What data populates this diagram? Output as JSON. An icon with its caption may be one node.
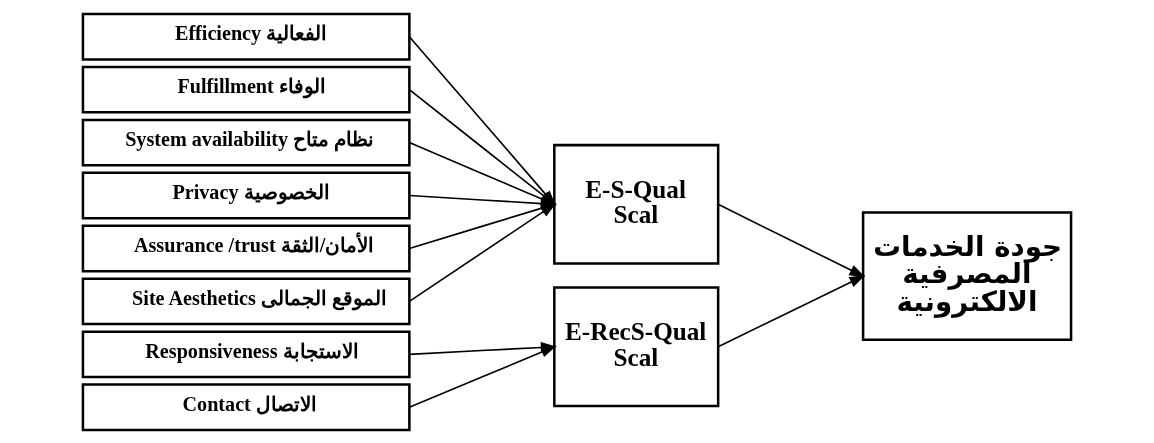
{
  "diagram": {
    "nodes": [
      {
        "text": [
          "Efficiency الفعالية"
        ]
      },
      {
        "text": [
          "Fulfillment الوفاء"
        ]
      },
      {
        "text": [
          "System availability نظام متاح"
        ]
      },
      {
        "text": [
          "Privacy الخصوصية"
        ]
      },
      {
        "text": [
          "Assurance /trust الأمان/الثقة"
        ]
      },
      {
        "text": [
          "Site Aesthetics الموقع الجمالى"
        ]
      },
      {
        "text": [
          "Responsiveness الاستجابة"
        ]
      },
      {
        "text": [
          "Contact الاتصال"
        ]
      },
      {
        "text": [
          "E-S-Qual Scal"
        ]
      },
      {
        "text": [
          "E-RecS-Qual Scal"
        ]
      },
      {
        "text": [
          "جودة الخدمات المصرفية الالكترونية"
        ]
      }
    ],
    "edges": [
      {
        "from": 0,
        "to": 8,
        "arrow": "to"
      },
      {
        "from": 1,
        "to": 8,
        "arrow": "to"
      },
      {
        "from": 2,
        "to": 8,
        "arrow": "to"
      },
      {
        "from": 3,
        "to": 8,
        "arrow": "to"
      },
      {
        "from": 4,
        "to": 8,
        "arrow": "to"
      },
      {
        "from": 5,
        "to": 8,
        "arrow": "to"
      },
      {
        "from": 6,
        "to": 9,
        "arrow": "to"
      },
      {
        "from": 7,
        "to": 9,
        "arrow": "to"
      },
      {
        "from": 8,
        "to": 10,
        "arrow": "to"
      },
      {
        "from": 9,
        "to": 10,
        "arrow": "to"
      }
    ]
  }
}
